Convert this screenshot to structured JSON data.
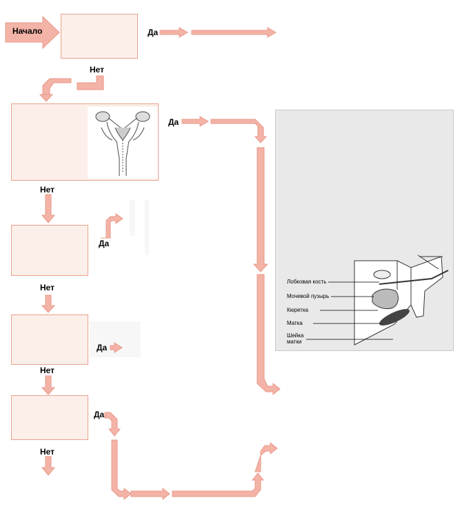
{
  "flow": {
    "start": "Начало",
    "yes": "Да",
    "no": "Нет"
  },
  "illustration": {
    "labels": [
      "Лобковая кость",
      "Мочевой пузырь",
      "Кюретка",
      "Матка",
      "Шейка матки"
    ]
  },
  "colors": {
    "arrow": "#f3b3a6",
    "arrow_stroke": "#e9988a",
    "box_fill": "#fcefe9",
    "box_border": "#e8a08c",
    "panel": "#e9e9e9"
  }
}
